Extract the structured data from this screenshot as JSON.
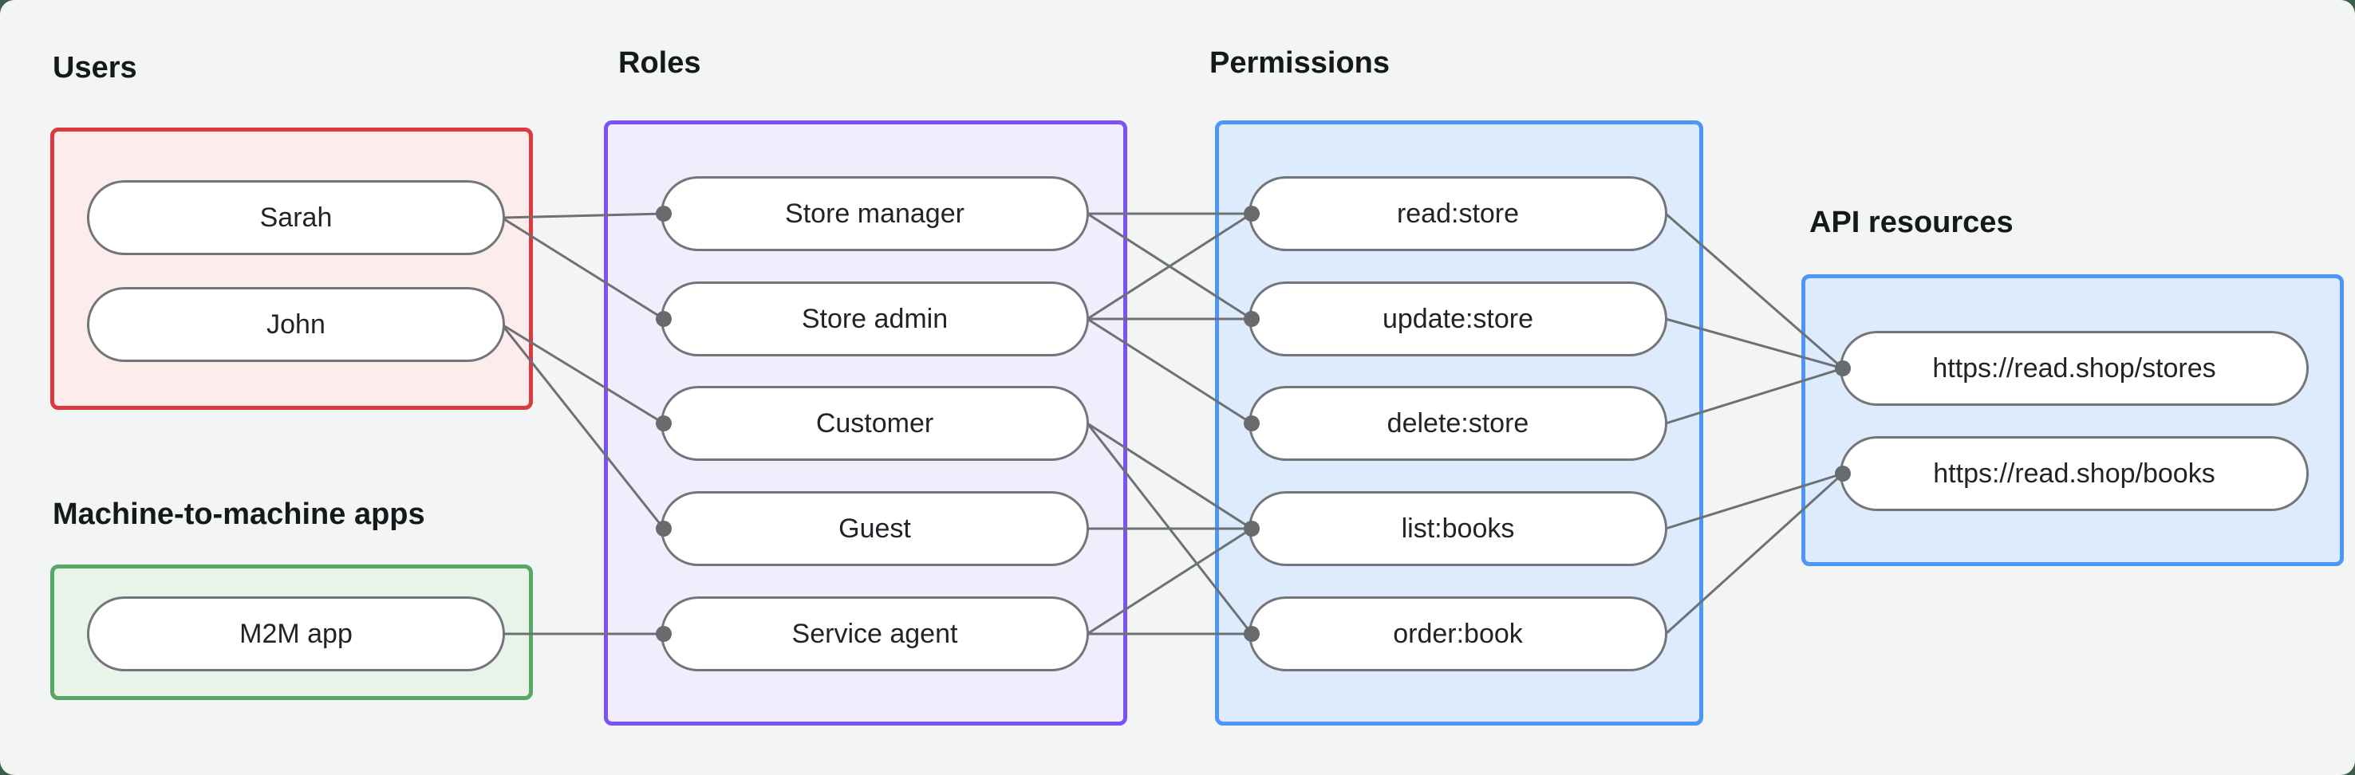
{
  "diagram": {
    "users": {
      "label": "Users",
      "items": [
        {
          "id": "sarah",
          "label": "Sarah"
        },
        {
          "id": "john",
          "label": "John"
        }
      ]
    },
    "m2m": {
      "label": "Machine-to-machine apps",
      "items": [
        {
          "id": "m2m_app",
          "label": "M2M app"
        }
      ]
    },
    "roles": {
      "label": "Roles",
      "items": [
        {
          "id": "store_manager",
          "label": "Store manager"
        },
        {
          "id": "store_admin",
          "label": "Store admin"
        },
        {
          "id": "customer",
          "label": "Customer"
        },
        {
          "id": "guest",
          "label": "Guest"
        },
        {
          "id": "service_agent",
          "label": "Service agent"
        }
      ]
    },
    "permissions": {
      "label": "Permissions",
      "items": [
        {
          "id": "read_store",
          "label": "read:store"
        },
        {
          "id": "update_store",
          "label": "update:store"
        },
        {
          "id": "delete_store",
          "label": "delete:store"
        },
        {
          "id": "list_books",
          "label": "list:books"
        },
        {
          "id": "order_book",
          "label": "order:book"
        }
      ]
    },
    "api": {
      "label": "API resources",
      "items": [
        {
          "id": "stores",
          "label": "https://read.shop/stores"
        },
        {
          "id": "books",
          "label": "https://read.shop/books"
        }
      ]
    }
  },
  "edges": [
    {
      "from": "sarah",
      "to": "store_manager"
    },
    {
      "from": "sarah",
      "to": "store_admin"
    },
    {
      "from": "john",
      "to": "customer"
    },
    {
      "from": "john",
      "to": "guest"
    },
    {
      "from": "m2m_app",
      "to": "service_agent"
    },
    {
      "from": "store_manager",
      "to": "read_store"
    },
    {
      "from": "store_manager",
      "to": "update_store"
    },
    {
      "from": "store_admin",
      "to": "read_store"
    },
    {
      "from": "store_admin",
      "to": "update_store"
    },
    {
      "from": "store_admin",
      "to": "delete_store"
    },
    {
      "from": "customer",
      "to": "list_books"
    },
    {
      "from": "customer",
      "to": "order_book"
    },
    {
      "from": "guest",
      "to": "list_books"
    },
    {
      "from": "service_agent",
      "to": "list_books"
    },
    {
      "from": "service_agent",
      "to": "order_book"
    },
    {
      "from": "read_store",
      "to": "stores"
    },
    {
      "from": "update_store",
      "to": "stores"
    },
    {
      "from": "delete_store",
      "to": "stores"
    },
    {
      "from": "list_books",
      "to": "books"
    },
    {
      "from": "order_book",
      "to": "books"
    }
  ],
  "colors": {
    "page": "#3b5f4a",
    "canvas": "#f3f5f4",
    "connector": "#6e7174",
    "connector_dot": "#676b6e",
    "users_border": "#da393f",
    "users_fill": "#fcecec",
    "m2m_border": "#57a867",
    "m2m_fill": "#e8f4ea",
    "roles_border": "#7a52f6",
    "roles_fill": "#f2edfd",
    "permissions_border": "#4b96f7",
    "permissions_fill": "#ddebfc",
    "api_border": "#4b96f7",
    "api_fill": "#ddebfc"
  }
}
